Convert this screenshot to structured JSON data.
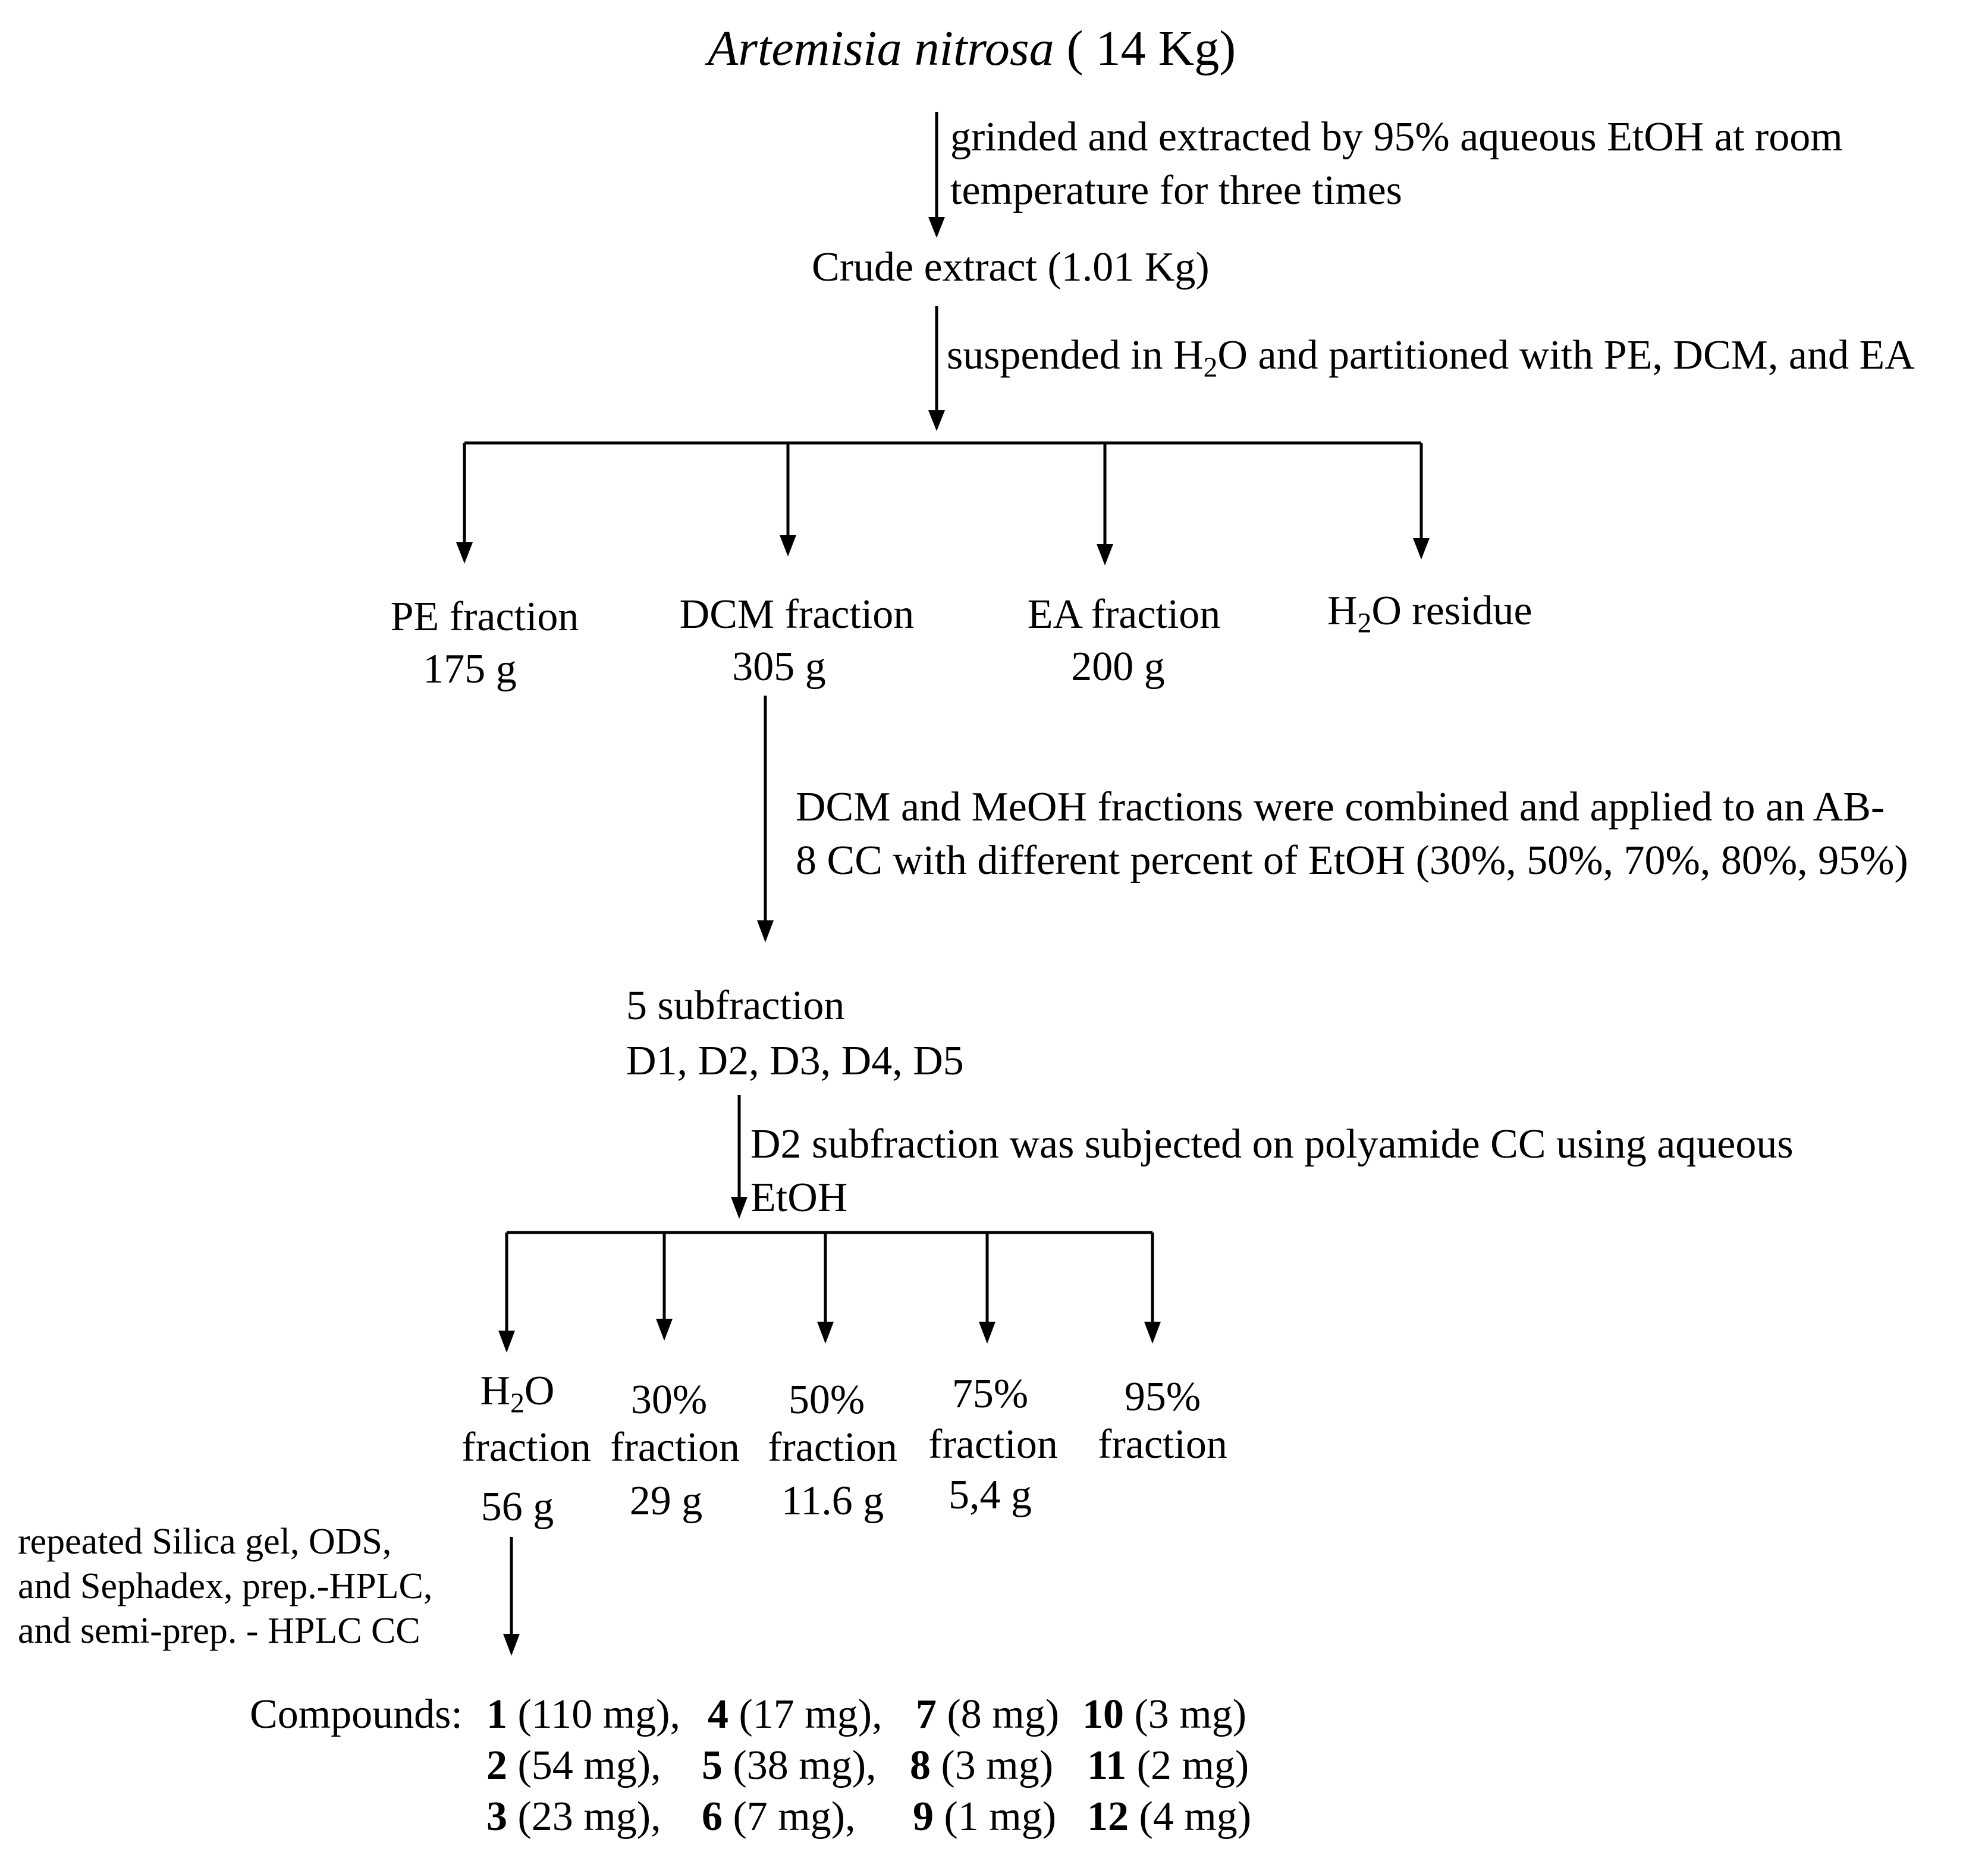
{
  "title": {
    "species": "Artemisia nitrosa",
    "amount": " ( 14 Kg)"
  },
  "step1": {
    "line1": "grinded and extracted by 95% aqueous EtOH at room",
    "line2": "temperature for three times"
  },
  "crude": "Crude extract (1.01 Kg)",
  "step2": {
    "pre": "suspended in H",
    "sub": "2",
    "post": "O and partitioned with PE, DCM, and EA"
  },
  "partitions": [
    {
      "name": "PE fraction",
      "mass": "175 g"
    },
    {
      "name": "DCM fraction",
      "mass": "305 g"
    },
    {
      "name": "EA fraction",
      "mass": "200 g"
    },
    {
      "pre": "H",
      "sub": "2",
      "post": "O residue"
    }
  ],
  "step3": {
    "line1": "DCM and MeOH fractions were combined and applied to an AB-",
    "line2": "8 CC with different percent of EtOH (30%, 50%, 70%, 80%, 95%)"
  },
  "subfractions": {
    "line1": "5 subfraction",
    "line2": "D1, D2, D3, D4, D5"
  },
  "step4": {
    "line1": "D2 subfraction was subjected on polyamide CC using aqueous",
    "line2": "EtOH"
  },
  "eluates": [
    {
      "pre": "H",
      "sub": "2",
      "post": "O",
      "line2": "fraction",
      "mass": "56 g"
    },
    {
      "line1": "30%",
      "line2": "fraction",
      "mass": "29 g"
    },
    {
      "line1": "50%",
      "line2": "fraction",
      "mass": "11.6 g"
    },
    {
      "line1": "75%",
      "line2": "fraction",
      "mass": "5,4 g"
    },
    {
      "line1": "95%",
      "line2": "fraction"
    }
  ],
  "step5": {
    "line1": "repeated Silica gel, ODS,",
    "line2": "and Sephadex, prep.-HPLC,",
    "line3": "and semi-prep. - HPLC CC"
  },
  "compounds": {
    "label": "Compounds:",
    "rows": [
      [
        {
          "num": "1",
          "amt": " (110 mg),"
        },
        {
          "num": "4",
          "amt": " (17 mg),"
        },
        {
          "num": "7",
          "amt": " (8 mg)"
        },
        {
          "num": "10",
          "amt": " (3 mg)"
        }
      ],
      [
        {
          "num": "2",
          "amt": " (54 mg),"
        },
        {
          "num": "5",
          "amt": " (38 mg),"
        },
        {
          "num": "8",
          "amt": " (3 mg)"
        },
        {
          "num": "11",
          "amt": " (2 mg)"
        }
      ],
      [
        {
          "num": "3",
          "amt": " (23 mg),"
        },
        {
          "num": "6",
          "amt": " (7 mg),"
        },
        {
          "num": "9",
          "amt": " (1 mg)"
        },
        {
          "num": "12",
          "amt": " (4 mg)"
        }
      ]
    ]
  }
}
